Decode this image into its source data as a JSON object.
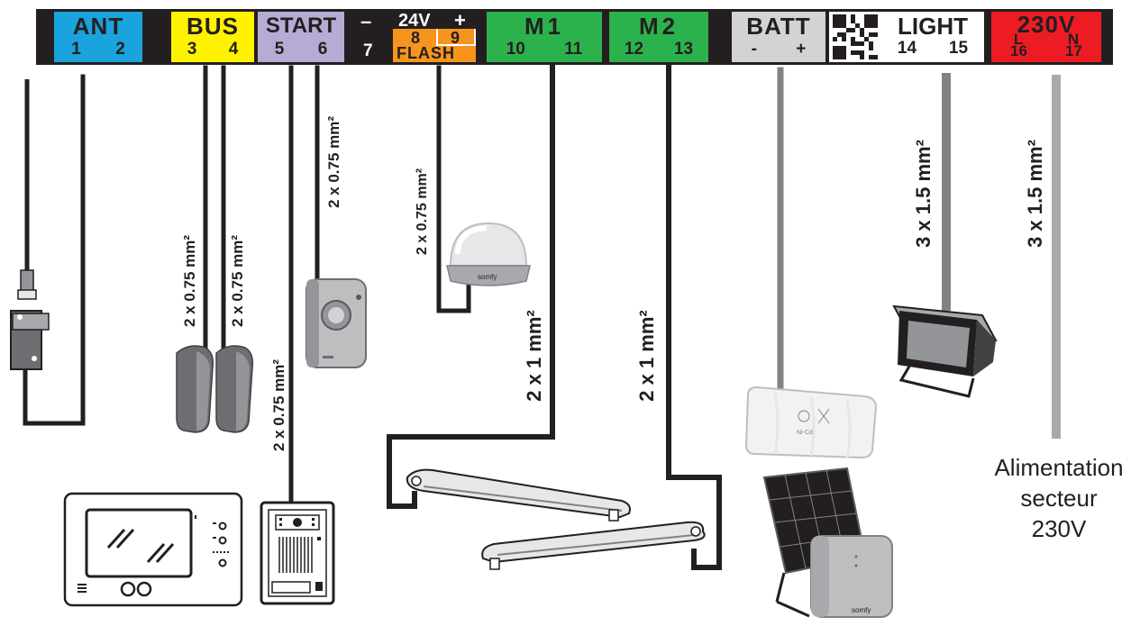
{
  "colors": {
    "ant": "#1aa3dc",
    "bus": "#fff200",
    "start": "#b6abd5",
    "flash": "#f7941d",
    "motor": "#2bb24c",
    "batt": "#d1d3d4",
    "light": "#ffffff",
    "power": "#ed1c24",
    "wire_dark": "#231f20",
    "wire_gray": "#808285",
    "wire_light": "#a7a9ac"
  },
  "terminals": {
    "ant": {
      "label": "ANT",
      "pins": [
        "1",
        "2"
      ]
    },
    "bus": {
      "label": "BUS",
      "pins": [
        "3",
        "4"
      ]
    },
    "start": {
      "label": "START",
      "pins": [
        "5",
        "6"
      ]
    },
    "flash": {
      "minus": "–",
      "label_24v": "24V",
      "plus": "+",
      "pin7": "7",
      "pin8": "8",
      "pin9": "9",
      "label_flash": "FLASH"
    },
    "m1": {
      "label": "M1",
      "pins": [
        "10",
        "11"
      ]
    },
    "m2": {
      "label": "M2",
      "pins": [
        "12",
        "13"
      ]
    },
    "batt": {
      "label": "BATT",
      "pins": [
        "-",
        "+"
      ]
    },
    "light": {
      "label": "LIGHT",
      "pins": [
        "14",
        "15"
      ]
    },
    "power": {
      "label": "230V",
      "pins": [
        "L",
        "N"
      ],
      "pins_bottom": [
        "16",
        "17"
      ]
    }
  },
  "wires": {
    "bus_1": "2 x 0.75 mm²",
    "bus_2": "2 x 0.75 mm²",
    "start_intercom": "2 x 0.75 mm²",
    "start_key": "2 x 0.75 mm²",
    "flash": "2 x 0.75 mm²",
    "m1": "2 x 1 mm²",
    "m2": "2 x 1 mm²",
    "light": "3 x 1.5 mm²",
    "power": "3 x 1.5 mm²"
  },
  "devices": {
    "flash_brand": "somfy",
    "battery_marks": "Ni-Cd",
    "panel_brand": "somfy"
  },
  "power_caption": [
    "Alimentation",
    "secteur",
    "230V"
  ]
}
